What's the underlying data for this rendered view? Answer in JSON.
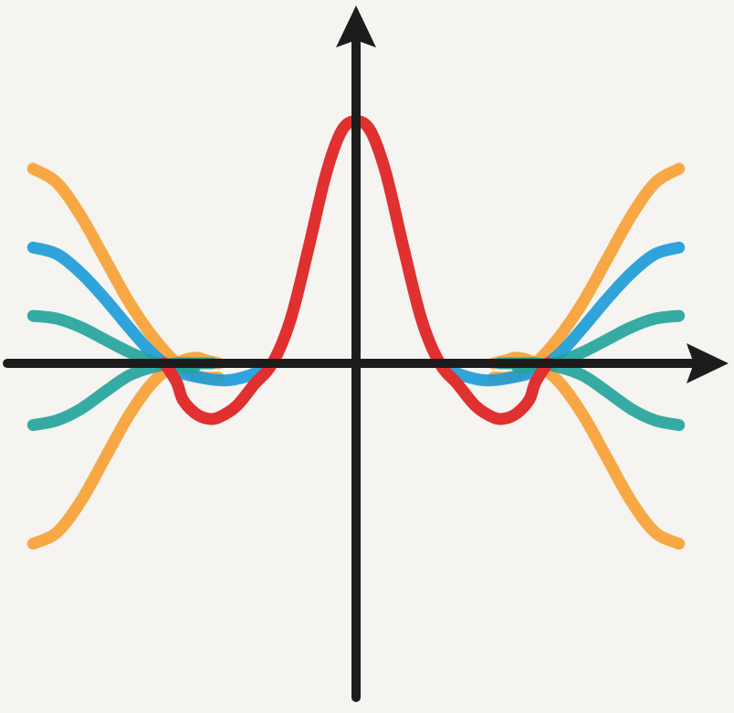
{
  "background": "#f5f4f1",
  "axis_color": "#1c1c1c",
  "chart_data": {
    "type": "line",
    "title": "",
    "xlabel": "",
    "ylabel": "",
    "xlim": [
      -3.05,
      3.05
    ],
    "ylim": [
      -2.85,
      3.0
    ],
    "grid": false,
    "series": [
      {
        "id": "orange-upper",
        "color": "#f7a032",
        "x": [
          -2.7,
          -2.5,
          -2.3,
          -2.1,
          -1.9,
          -1.7,
          -1.5,
          -1.35,
          -1.25,
          -1.15
        ],
        "y": [
          2.05,
          1.9,
          1.55,
          1.1,
          0.65,
          0.28,
          0.0,
          -0.12,
          -0.15,
          -0.15
        ]
      },
      {
        "id": "orange-lower",
        "color": "#f7a032",
        "x": [
          -2.7,
          -2.5,
          -2.3,
          -2.1,
          -1.9,
          -1.7,
          -1.5,
          -1.35,
          -1.25,
          -1.15
        ],
        "y": [
          -1.9,
          -1.78,
          -1.45,
          -1.0,
          -0.55,
          -0.2,
          0.0,
          0.06,
          0.03,
          0.0
        ]
      },
      {
        "id": "orange-upper-right",
        "color": "#f7a032",
        "x": [
          1.15,
          1.25,
          1.35,
          1.5,
          1.7,
          1.9,
          2.1,
          2.3,
          2.5,
          2.7
        ],
        "y": [
          -0.15,
          -0.15,
          -0.12,
          0.0,
          0.28,
          0.65,
          1.1,
          1.55,
          1.9,
          2.05
        ]
      },
      {
        "id": "orange-lower-right",
        "color": "#f7a032",
        "x": [
          1.15,
          1.25,
          1.35,
          1.5,
          1.7,
          1.9,
          2.1,
          2.3,
          2.5,
          2.7
        ],
        "y": [
          0.0,
          0.03,
          0.06,
          0.0,
          -0.2,
          -0.55,
          -1.0,
          -1.45,
          -1.78,
          -1.9
        ]
      },
      {
        "id": "blue-left",
        "color": "#1a9bd7",
        "x": [
          -2.7,
          -2.5,
          -2.3,
          -2.1,
          -1.9,
          -1.7,
          -1.5,
          -1.3,
          -1.1,
          -0.95,
          -0.8,
          -0.7
        ],
        "y": [
          1.22,
          1.15,
          0.95,
          0.68,
          0.38,
          0.1,
          -0.08,
          -0.15,
          -0.18,
          -0.15,
          -0.08,
          0.0
        ]
      },
      {
        "id": "blue-right",
        "color": "#1a9bd7",
        "x": [
          0.7,
          0.8,
          0.95,
          1.1,
          1.3,
          1.5,
          1.7,
          1.9,
          2.1,
          2.3,
          2.5,
          2.7
        ],
        "y": [
          0.0,
          -0.08,
          -0.15,
          -0.18,
          -0.15,
          -0.08,
          0.1,
          0.38,
          0.68,
          0.95,
          1.15,
          1.22
        ]
      },
      {
        "id": "teal-upper-left",
        "color": "#20a39a",
        "x": [
          -2.7,
          -2.5,
          -2.3,
          -2.1,
          -1.9,
          -1.7,
          -1.5,
          -1.35
        ],
        "y": [
          0.5,
          0.47,
          0.38,
          0.25,
          0.12,
          0.02,
          -0.03,
          -0.04
        ]
      },
      {
        "id": "teal-lower-left",
        "color": "#20a39a",
        "x": [
          -2.7,
          -2.5,
          -2.3,
          -2.1,
          -1.9,
          -1.7,
          -1.5,
          -1.35,
          -1.2
        ],
        "y": [
          -0.65,
          -0.6,
          -0.48,
          -0.3,
          -0.13,
          -0.04,
          0.0,
          0.0,
          0.0
        ]
      },
      {
        "id": "teal-upper-right",
        "color": "#20a39a",
        "x": [
          1.35,
          1.5,
          1.7,
          1.9,
          2.1,
          2.3,
          2.5,
          2.7
        ],
        "y": [
          -0.04,
          -0.03,
          0.02,
          0.12,
          0.25,
          0.38,
          0.47,
          0.5
        ]
      },
      {
        "id": "teal-lower-right",
        "color": "#20a39a",
        "x": [
          1.2,
          1.35,
          1.5,
          1.7,
          1.9,
          2.1,
          2.3,
          2.5,
          2.7
        ],
        "y": [
          0.0,
          0.0,
          0.0,
          -0.04,
          -0.13,
          -0.3,
          -0.48,
          -0.6,
          -0.65
        ]
      },
      {
        "id": "red-center",
        "color": "#e03030",
        "x": [
          -1.6,
          -1.5,
          -1.45,
          -1.35,
          -1.25,
          -1.15,
          -1.0,
          -0.85,
          -0.7,
          -0.55,
          -0.4,
          -0.25,
          -0.12,
          0.0,
          0.12,
          0.25,
          0.4,
          0.55,
          0.7,
          0.85,
          1.0,
          1.15,
          1.25,
          1.35,
          1.45,
          1.5,
          1.6
        ],
        "y": [
          0.0,
          -0.2,
          -0.38,
          -0.52,
          -0.58,
          -0.57,
          -0.45,
          -0.22,
          0.0,
          0.45,
          1.2,
          2.0,
          2.45,
          2.55,
          2.45,
          2.0,
          1.2,
          0.45,
          0.0,
          -0.22,
          -0.45,
          -0.57,
          -0.58,
          -0.52,
          -0.38,
          -0.2,
          0.0
        ]
      }
    ]
  }
}
